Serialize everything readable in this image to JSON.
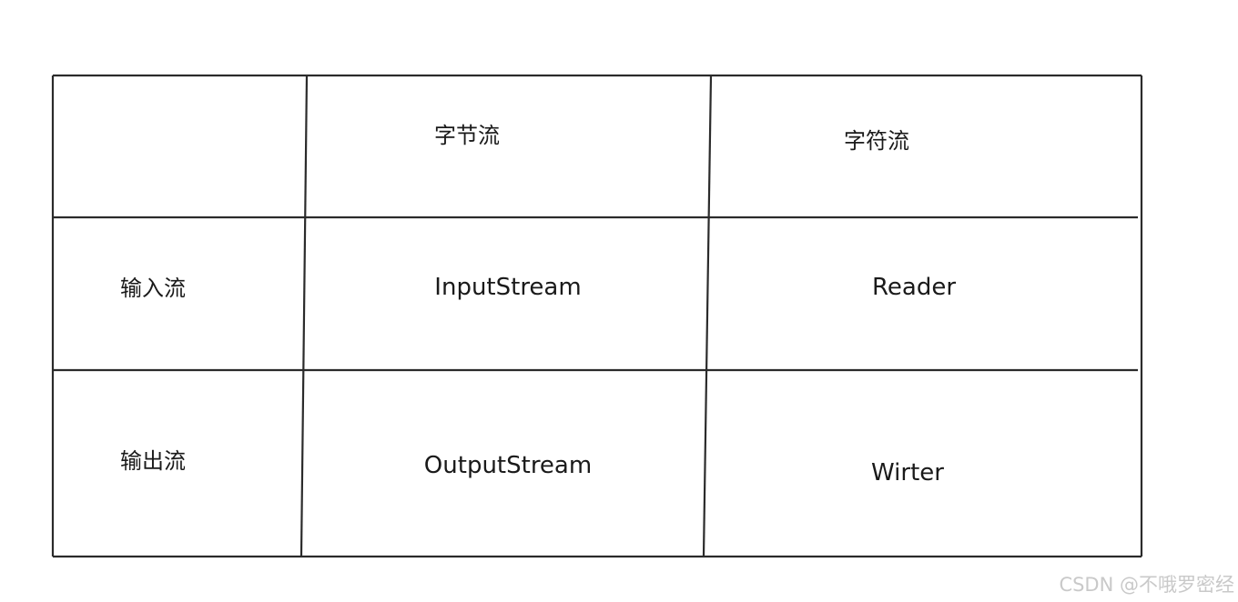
{
  "table": {
    "header": {
      "corner": "",
      "col1": "字节流",
      "col2": "字符流"
    },
    "rows": [
      {
        "label": "输入流",
        "col1": "InputStream",
        "col2": "Reader"
      },
      {
        "label": "输出流",
        "col1": "OutputStream",
        "col2": "Wirter"
      }
    ]
  },
  "watermark": "CSDN @不哦罗密经",
  "colors": {
    "line": "#2b2b2b",
    "text": "#1a1a1a",
    "watermark": "#c9c9c9"
  }
}
